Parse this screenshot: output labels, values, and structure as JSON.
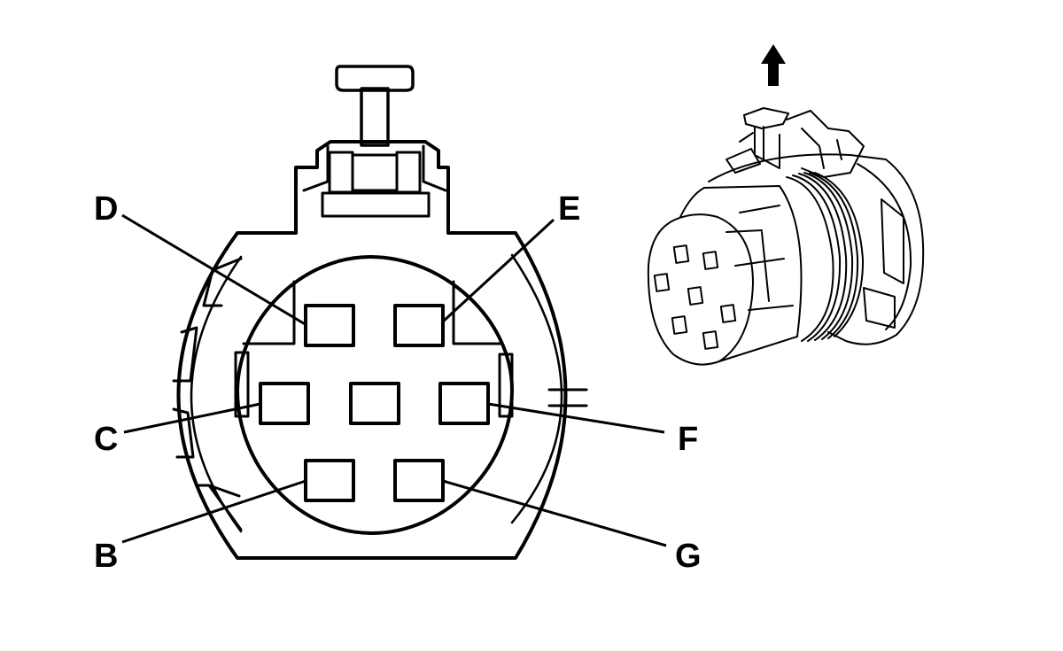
{
  "colors": {
    "line": "#000000",
    "background": "#ffffff"
  },
  "pins": {
    "b": "B",
    "c": "C",
    "d": "D",
    "e": "E",
    "f": "F",
    "g": "G"
  },
  "icons": {
    "direction": "up-arrow-icon"
  }
}
